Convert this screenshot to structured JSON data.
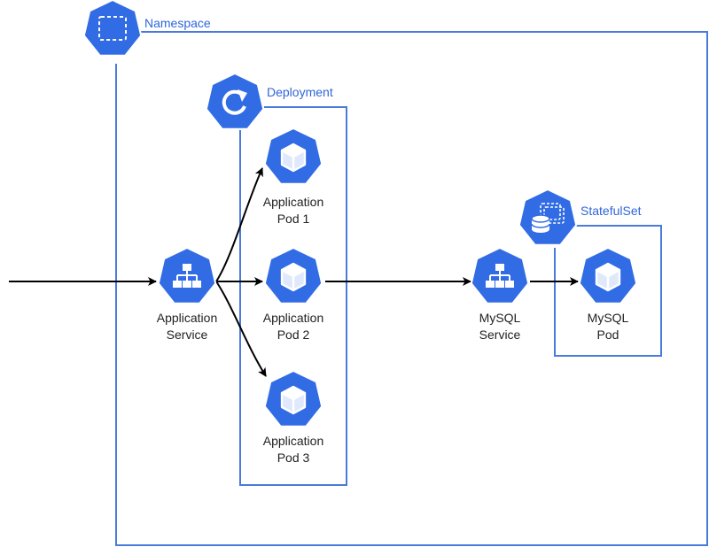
{
  "colors": {
    "k8s_blue": "#326CE5",
    "frame": "#4A7BDA",
    "label_blue": "#2F66D9",
    "arrow": "#000000",
    "text": "#222222"
  },
  "groups": {
    "namespace": {
      "label": "Namespace",
      "icon": "namespace-icon"
    },
    "deployment": {
      "label": "Deployment",
      "icon": "deployment-icon"
    },
    "statefulset": {
      "label": "StatefulSet",
      "icon": "statefulset-icon"
    }
  },
  "nodes": {
    "app_service": {
      "line1": "Application",
      "line2": "Service",
      "icon": "service-icon"
    },
    "pod1": {
      "line1": "Application",
      "line2": "Pod 1",
      "icon": "pod-icon"
    },
    "pod2": {
      "line1": "Application",
      "line2": "Pod 2",
      "icon": "pod-icon"
    },
    "pod3": {
      "line1": "Application",
      "line2": "Pod 3",
      "icon": "pod-icon"
    },
    "mysql_service": {
      "line1": "MySQL",
      "line2": "Service",
      "icon": "service-icon"
    },
    "mysql_pod": {
      "line1": "MySQL",
      "line2": "Pod",
      "icon": "pod-icon"
    }
  }
}
